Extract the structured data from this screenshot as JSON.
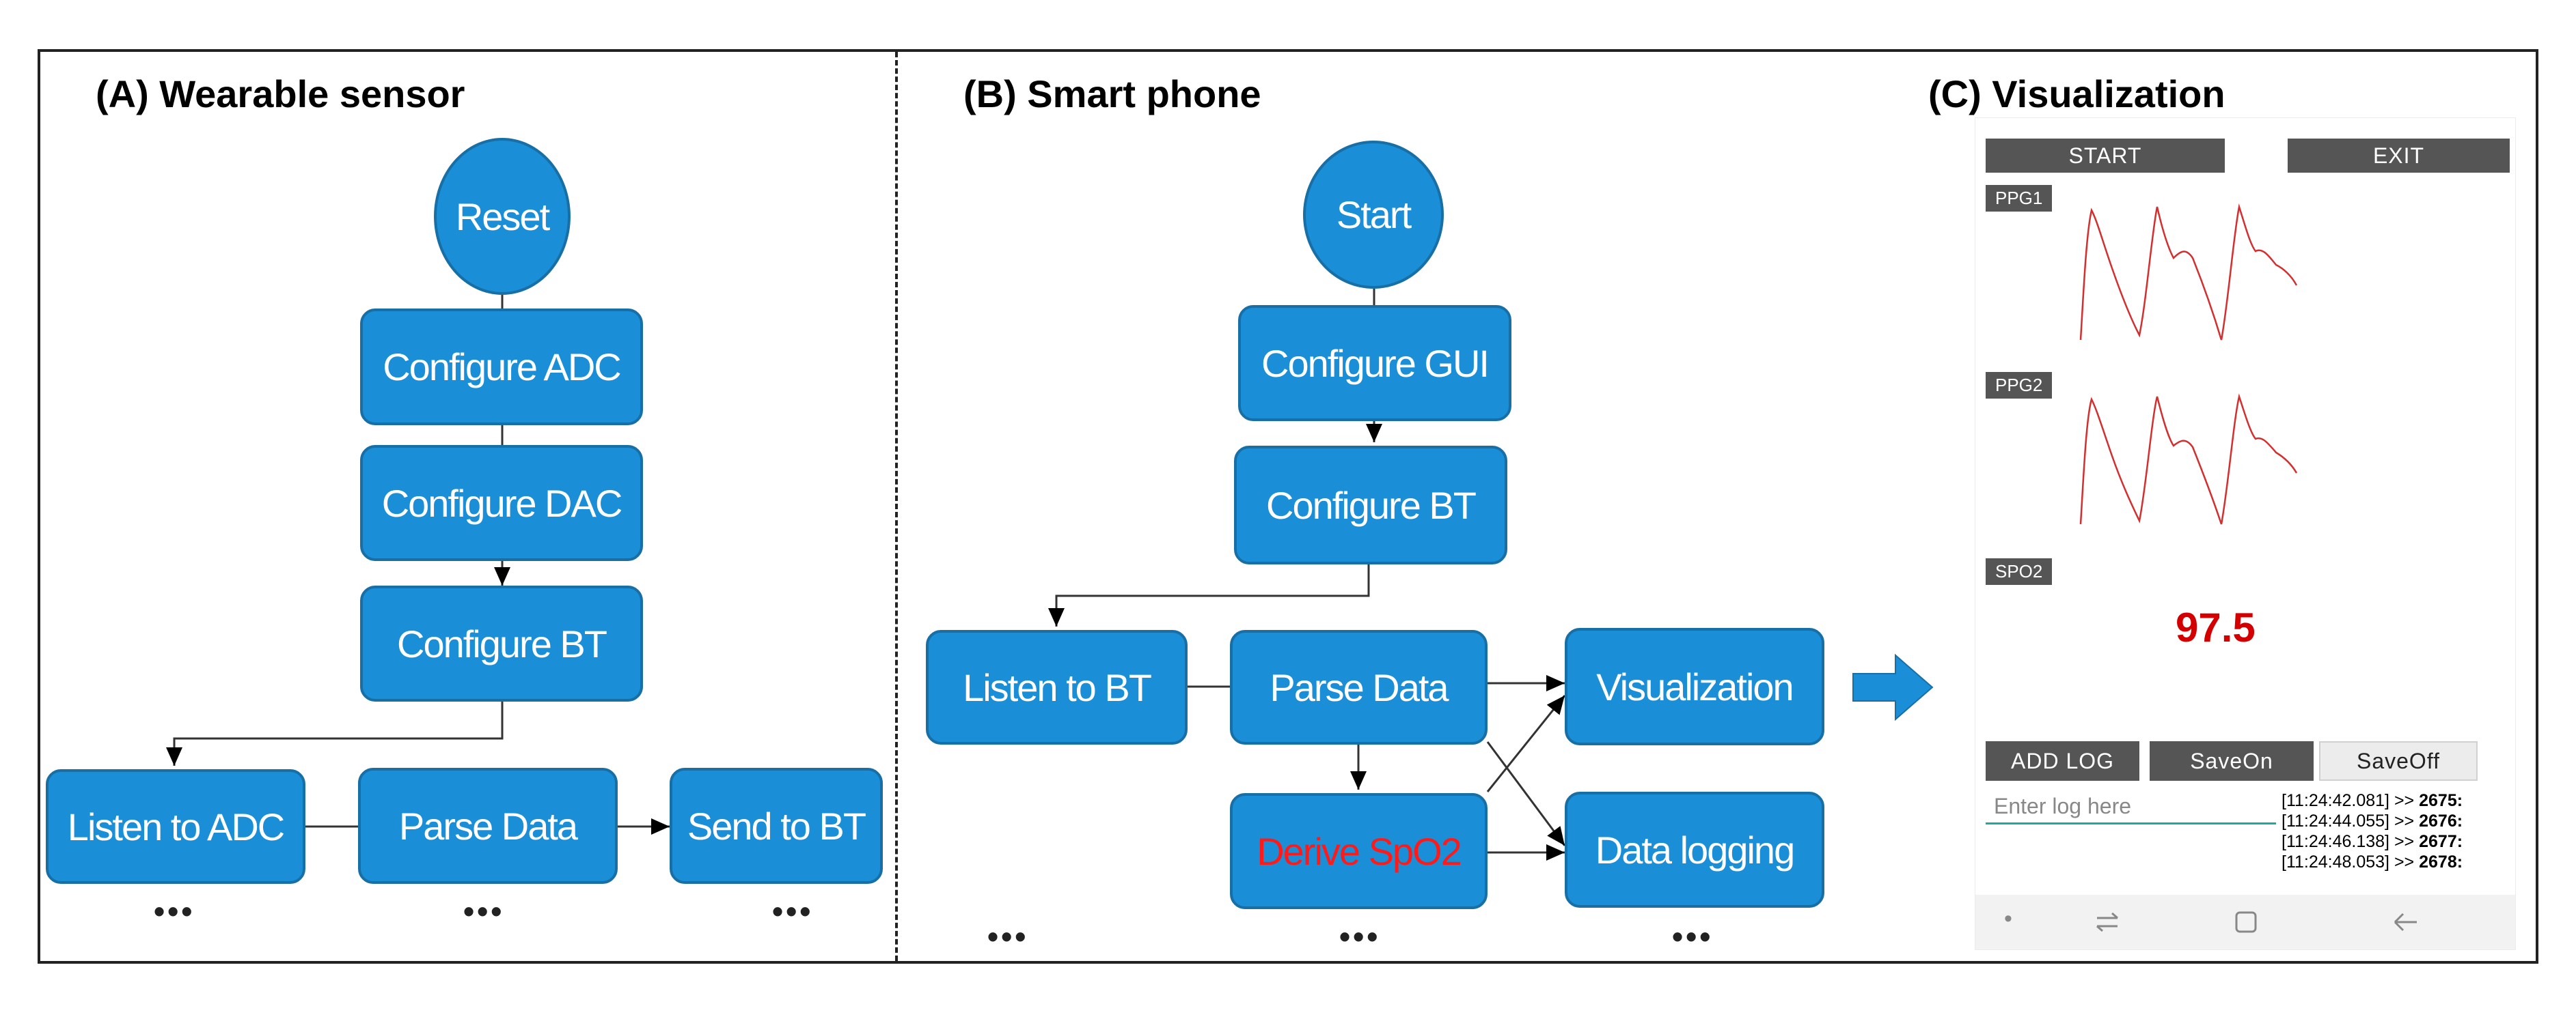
{
  "sections": {
    "a_title": "(A) Wearable sensor",
    "b_title": "(B) Smart phone",
    "c_title": "(C) Visualization"
  },
  "wearable": {
    "reset": "Reset",
    "configure_adc": "Configure ADC",
    "configure_dac": "Configure DAC",
    "configure_bt": "Configure BT",
    "listen_adc": "Listen to ADC",
    "parse_data": "Parse Data",
    "send_bt": "Send to BT"
  },
  "phone_flow": {
    "start": "Start",
    "configure_gui": "Configure  GUI",
    "configure_bt": "Configure BT",
    "listen_bt": "Listen to BT",
    "parse_data": "Parse Data",
    "visualization": "Visualization",
    "derive_spo2": "Derive SpO2",
    "data_logging": "Data logging"
  },
  "ellipsis": "•••",
  "colors": {
    "node_fill": "#1a8ed6",
    "node_border": "#176fa6",
    "signal": "#d32f2f",
    "spo2_text": "#d40000",
    "derive_text": "#ff1a1a"
  },
  "app": {
    "start_label": "START",
    "exit_label": "EXIT",
    "ppg1_label": "PPG1",
    "ppg2_label": "PPG2",
    "spo2_label": "SPO2",
    "spo2_value": "97.5",
    "add_log_label": "ADD LOG",
    "save_on_label": "SaveOn",
    "save_off_label": "SaveOff",
    "log_placeholder": "Enter log here",
    "log_entries": [
      {
        "time": "[11:24:42.081] >> ",
        "value": "2675:"
      },
      {
        "time": "[11:24:44.055] >> ",
        "value": "2676:"
      },
      {
        "time": "[11:24:46.138] >> ",
        "value": "2677:"
      },
      {
        "time": "[11:24:48.053] >> ",
        "value": "2678:"
      }
    ],
    "nav_icons": [
      "dot-icon",
      "recents-icon",
      "home-square-icon",
      "back-arrow-icon"
    ]
  }
}
